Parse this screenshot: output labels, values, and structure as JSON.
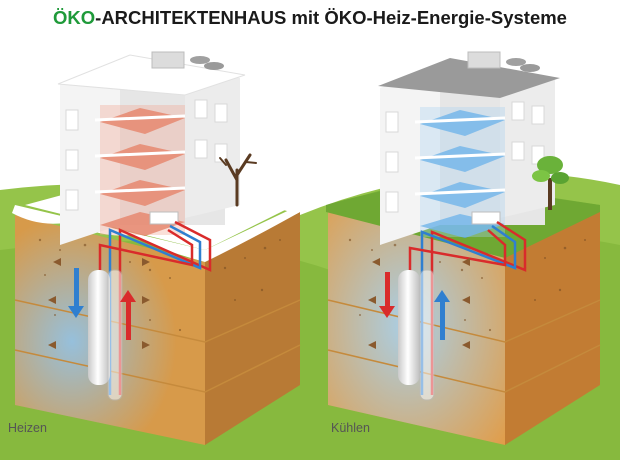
{
  "title": {
    "highlight": "ÖKO",
    "rest": "-ARCHITEKTENHAUS mit ÖKO-Heiz-Energie-Systeme"
  },
  "panels": [
    {
      "caption": "Heizen"
    },
    {
      "caption": "Kühlen"
    }
  ],
  "colors": {
    "title_accent": "#1f9a3a",
    "pipe_hot": "#d92b2b",
    "pipe_cold": "#2f7fd0",
    "floor_heating": "#e07a5f",
    "floor_cooling": "#5aa9e6",
    "grass": "#8cc040",
    "soil": "#d99a48"
  },
  "icons": [
    "snow-roof",
    "green-roof",
    "bare-tree-icon",
    "leafy-tree-icon",
    "arrow-up-icon",
    "arrow-down-icon",
    "ventilation-unit-icon"
  ]
}
